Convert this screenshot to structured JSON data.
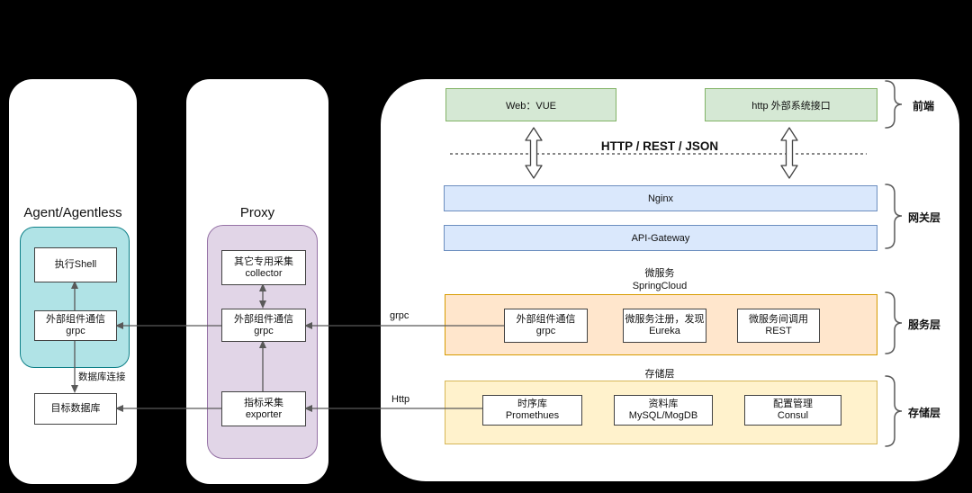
{
  "agent_panel": {
    "title": "Agent/Agentless",
    "exec_shell": "执行Shell",
    "grpc_box": {
      "line1": "外部组件通信",
      "line2": "grpc"
    },
    "target_db": "目标数据库",
    "db_link_label": "数据库连接"
  },
  "proxy_panel": {
    "title": "Proxy",
    "collector": {
      "line1": "其它专用采集",
      "line2": "collector"
    },
    "grpc_box": {
      "line1": "外部组件通信",
      "line2": "grpc"
    },
    "exporter": {
      "line1": "指标采集",
      "line2": "exporter"
    }
  },
  "edges": {
    "grpc": "grpc",
    "http": "Http"
  },
  "server_panel": {
    "frontend": {
      "web": "Web：VUE",
      "http_api": "http 外部系统接口"
    },
    "protocol_label": "HTTP / REST / JSON",
    "gateway": {
      "nginx": "Nginx",
      "api_gateway": "API-Gateway"
    },
    "service": {
      "label_line1": "微服务",
      "label_line2": "SpringCloud",
      "boxes": [
        {
          "line1": "外部组件通信",
          "line2": "grpc"
        },
        {
          "line1": "微服务注册，发现",
          "line2": "Eureka"
        },
        {
          "line1": "微服务间调用",
          "line2": "REST"
        }
      ]
    },
    "storage": {
      "label": "存储层",
      "boxes": [
        {
          "line1": "时序库",
          "line2": "Promethues"
        },
        {
          "line1": "资料库",
          "line2": "MySQL/MogDB"
        },
        {
          "line1": "配置管理",
          "line2": "Consul"
        }
      ]
    },
    "layers": [
      {
        "label": "前端"
      },
      {
        "label": "网关层"
      },
      {
        "label": "服务层"
      },
      {
        "label": "存储层"
      }
    ]
  },
  "colors": {
    "canvas_bg": "#000000",
    "panel_bg": "#ffffff",
    "teal_fill": "#b0e3e6",
    "teal_border": "#0e8088",
    "purple_fill": "#e1d5e7",
    "purple_border": "#9673a6",
    "green_fill": "#d5e8d4",
    "green_border": "#82b366",
    "blue_fill": "#dae8fc",
    "blue_border": "#6c8ebf",
    "orange_fill": "#ffe6cc",
    "orange_border": "#d79b00",
    "yellow_fill": "#fff2cc",
    "yellow_border": "#d6b656",
    "line": "#595959",
    "text": "#111111"
  }
}
